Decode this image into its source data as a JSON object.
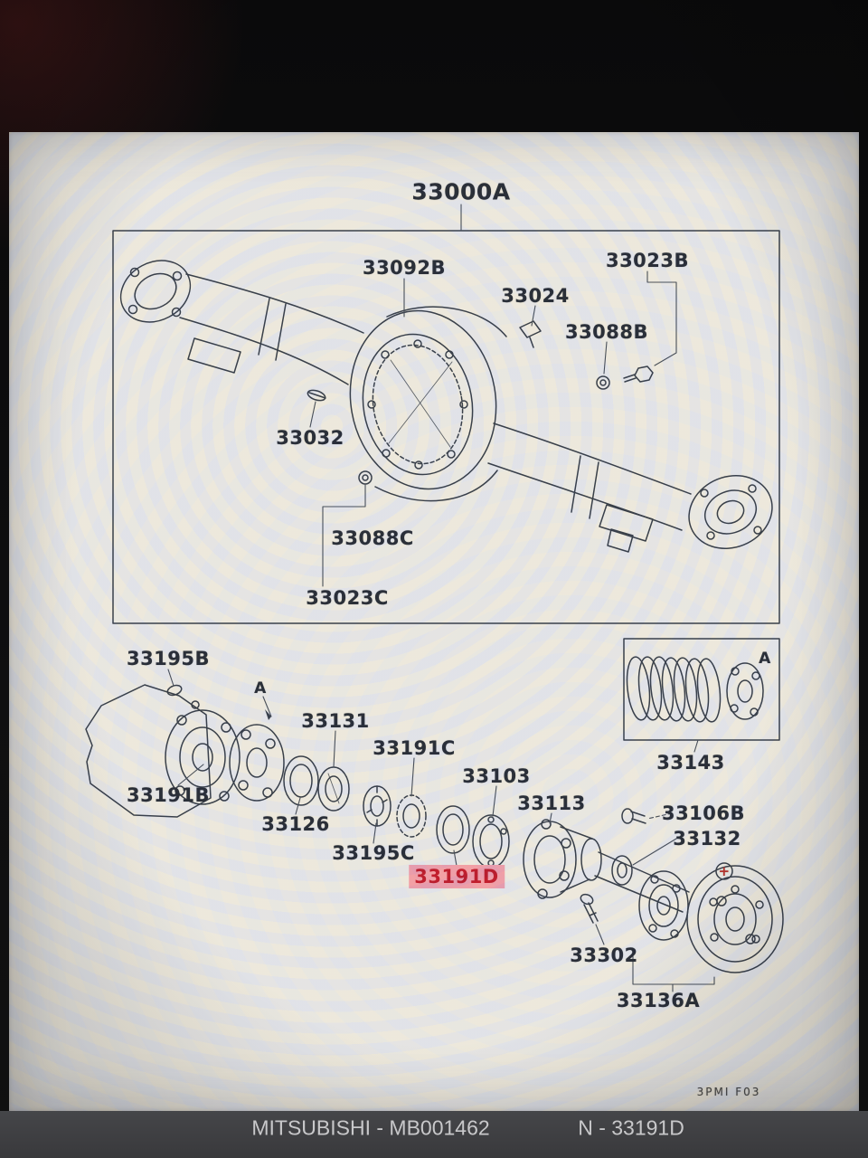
{
  "diagram": {
    "title": "33000A",
    "upper_parts": [
      "33092B",
      "33024",
      "33023B",
      "33088B",
      "33032",
      "33088C",
      "33023C"
    ],
    "lower_parts": [
      "33195B",
      "33131",
      "33191C",
      "33103",
      "33113",
      "33191B",
      "33126",
      "33195C",
      "33191D",
      "33143",
      "33106B",
      "33132",
      "33302",
      "33136A"
    ],
    "highlighted_part": "33191D",
    "markers": {
      "detail": "A",
      "plus": "+"
    },
    "doc_code": "3PMI F03"
  },
  "footer": {
    "left": "MITSUBISHI - MB001462",
    "right": "N - 33191D"
  },
  "colors": {
    "highlight_bg": "#f2a2ae",
    "highlight_text": "#c21f2f",
    "page_bg": "#edece8",
    "line": "#3a414c"
  }
}
